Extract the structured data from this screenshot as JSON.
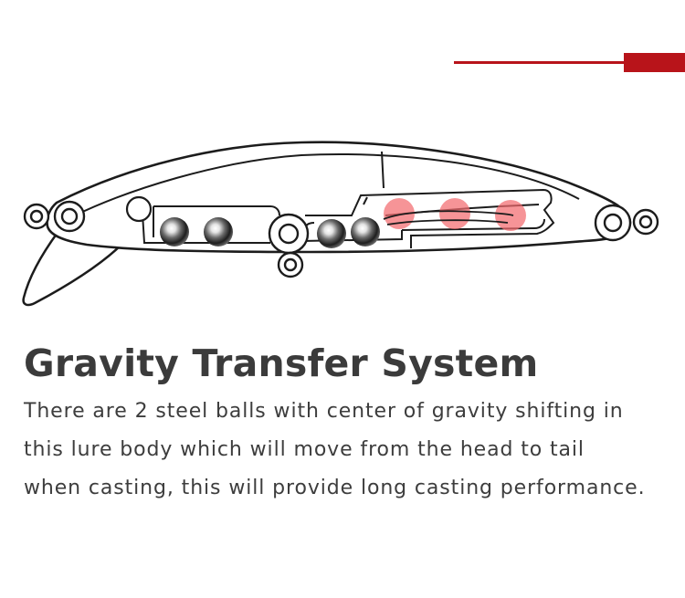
{
  "colors": {
    "accent": "#b8141a",
    "shift_zone": "#f36b6f",
    "outline": "#1c1c1c",
    "text": "#3b3b3b"
  },
  "heading": {
    "title": "Gravity Transfer System"
  },
  "description": {
    "lines": [
      "There are 2 steel balls with center of gravity shifting in",
      "this lure body which will move from the head to tail",
      "when casting, this will provide long casting performance."
    ]
  },
  "diagram": {
    "steel_ball_count": 4,
    "weight_transfer_positions": 3
  }
}
